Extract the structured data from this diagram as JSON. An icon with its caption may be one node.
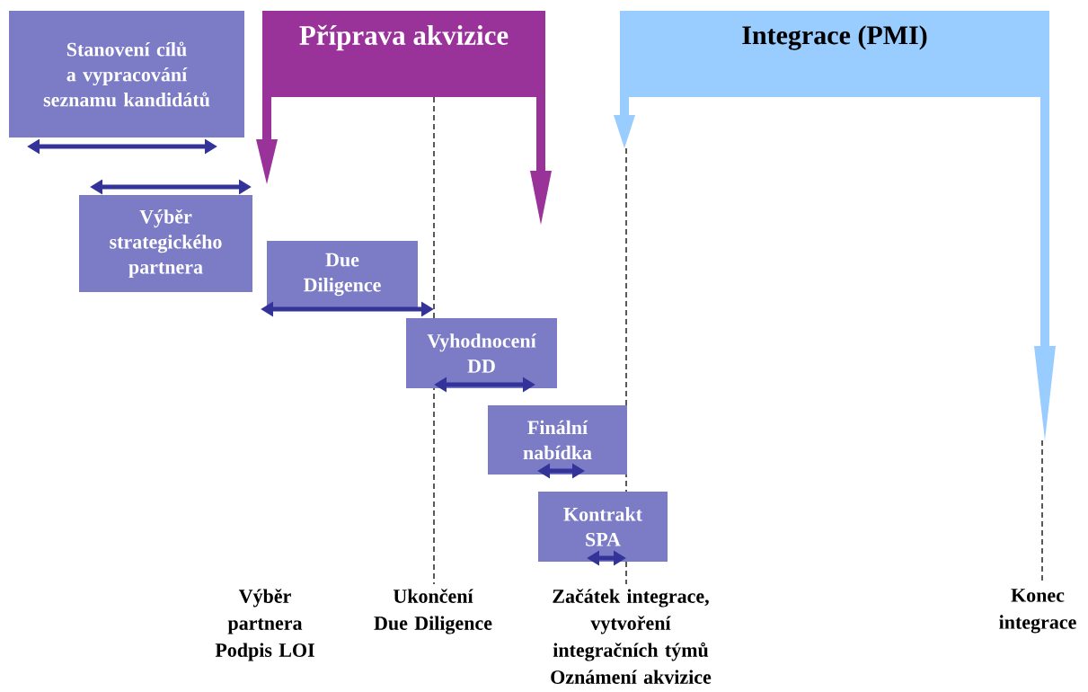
{
  "diagram": {
    "nodes": [
      {
        "text": [
          "Stanovení cílů a vypracování seznamu kandidátů"
        ]
      },
      {
        "text": [
          "Výběr strategického partnera"
        ]
      },
      {
        "text": [
          "Due Diligence"
        ]
      },
      {
        "text": [
          "Vyhodnocení DD"
        ]
      },
      {
        "text": [
          "Finální nabídka"
        ]
      },
      {
        "text": [
          "Kontrakt SPA"
        ]
      },
      {
        "text": [
          "Příprava akvizice"
        ]
      },
      {
        "text": [
          "Integrace (PMI)"
        ]
      }
    ],
    "labels": [
      "Výběr partnera Podpis LOI",
      "Ukončení Due Diligence",
      "Začátek integrace, vytvoření integračních týmů Oznámení akvizice",
      "Konec integrace"
    ]
  }
}
